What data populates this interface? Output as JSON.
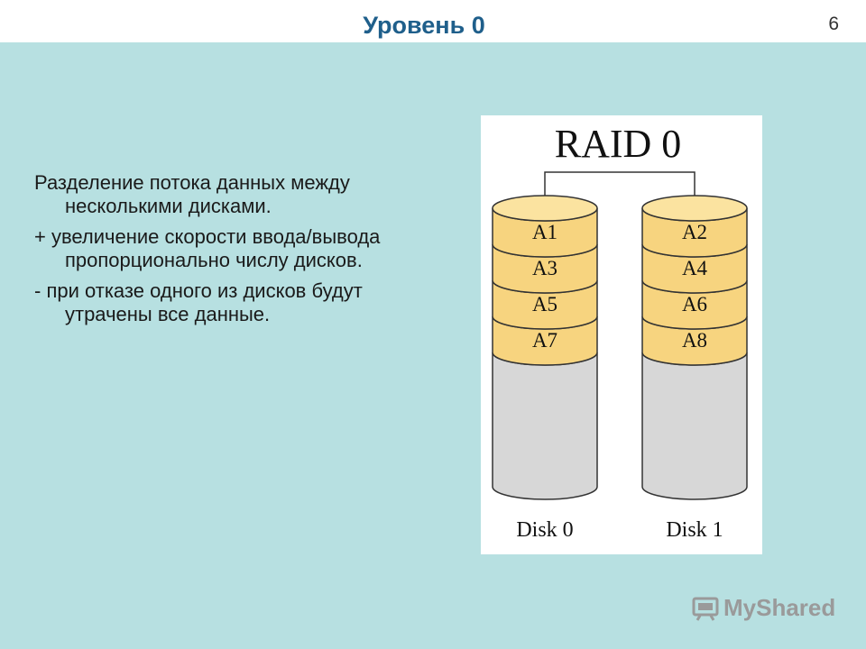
{
  "slide": {
    "title": "Уровень 0",
    "page_number": "6"
  },
  "bullets": [
    "Разделение потока данных между несколькими дисками.",
    "+ увеличение скорости ввода/вывода пропорционально числу дисков.",
    "- при отказе одного из дисков будут утрачены все данные."
  ],
  "diagram": {
    "title": "RAID 0",
    "disks": [
      {
        "label": "Disk 0",
        "blocks": [
          "A1",
          "A3",
          "A5",
          "A7"
        ]
      },
      {
        "label": "Disk 1",
        "blocks": [
          "A2",
          "A4",
          "A6",
          "A8"
        ]
      }
    ],
    "colors": {
      "block_fill": "#f7d47f",
      "block_top": "#fbe3a0",
      "empty_fill": "#d7d7d7",
      "stroke": "#333333"
    }
  },
  "watermark": {
    "text": "MyShared",
    "icon": "projector-icon"
  }
}
